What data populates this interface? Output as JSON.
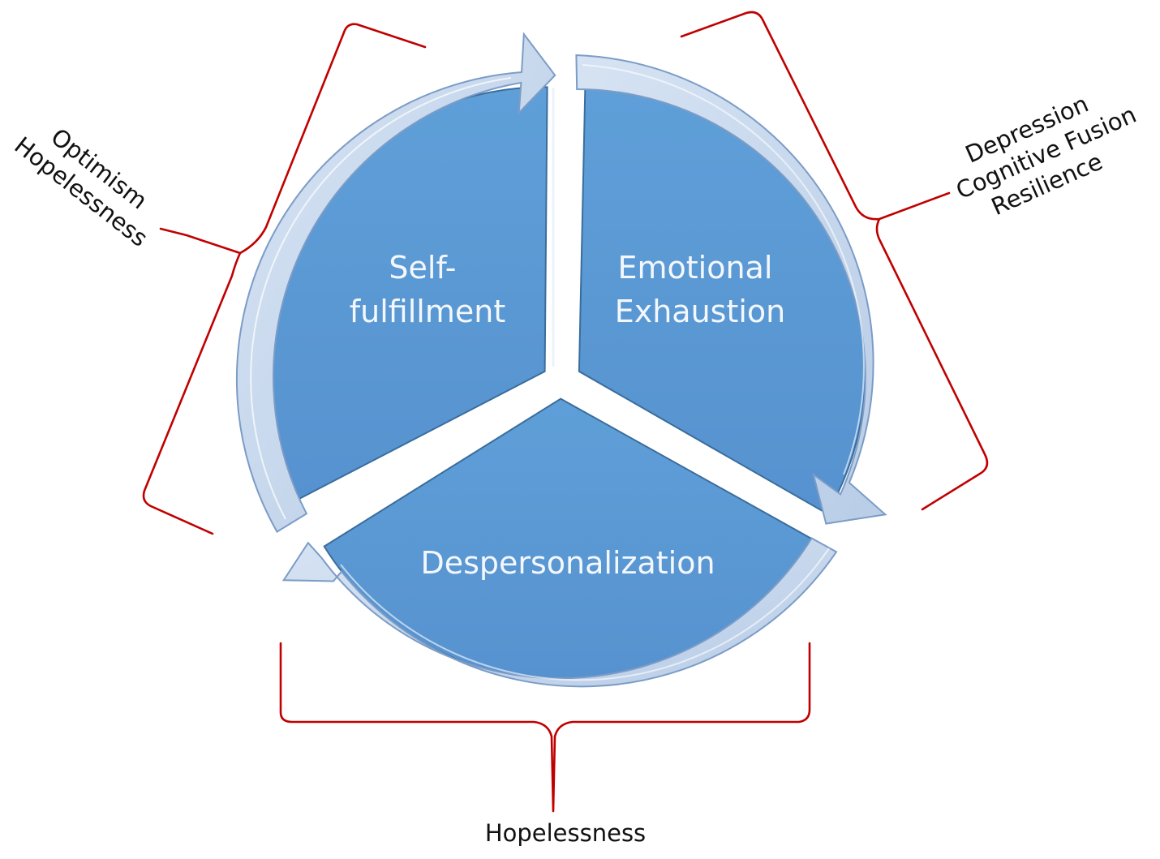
{
  "segments": {
    "self_fulfillment": [
      "Self-",
      "fulfillment"
    ],
    "emotional_exhaustion": [
      "Emotional",
      "Exhaustion"
    ],
    "depersonalization": [
      "Despersonalization"
    ]
  },
  "factors": {
    "left": [
      "Optimism",
      "Hopelessness"
    ],
    "right": [
      "Depression",
      "Cognitive Fusion",
      "Resilience"
    ],
    "bottom": [
      "Hopelessness"
    ]
  },
  "colors": {
    "segment_fill": "#5b9bd5",
    "segment_stroke": "#3a6d9c",
    "arrow_fill": "#c3d5ec",
    "arrow_stroke": "#7c9cc6",
    "brace": "#c00000",
    "label_text": "#f4f8fd",
    "factor_text": "#111111"
  }
}
